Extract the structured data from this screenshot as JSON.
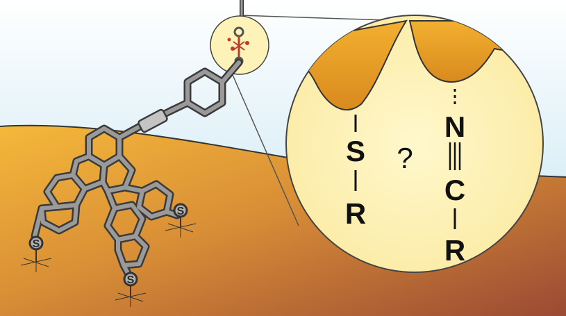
{
  "zoom_left": {
    "atom": "S",
    "substituent": "R"
  },
  "zoom_center": {
    "question": "?"
  },
  "zoom_right": {
    "atom1": "N",
    "atom2": "C",
    "substituent": "R"
  },
  "anchor_atoms": [
    "S",
    "S",
    "S"
  ],
  "colors": {
    "sky_top": "#ffffff",
    "sky_bottom": "#8ec9e0",
    "surface_light": "#f2b434",
    "surface_dark": "#a3533a",
    "zoom_circle": "#fdf2b8",
    "molecule_gray": "#8f8f8f",
    "molecule_outline": "#3a3a3a",
    "highlight_red": "#c0392b"
  }
}
